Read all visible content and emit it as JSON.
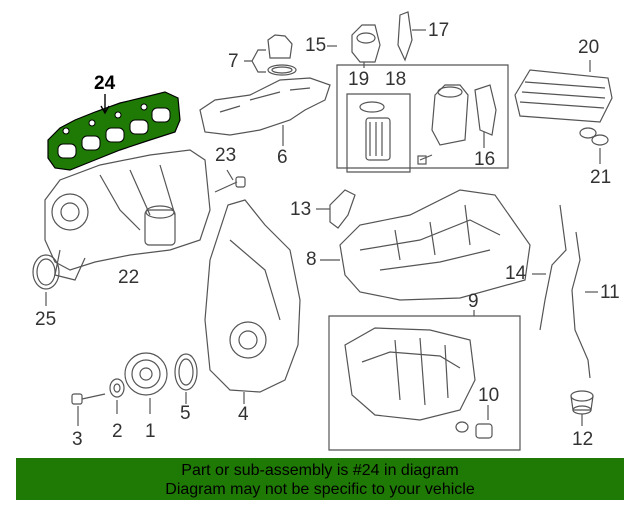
{
  "callouts": {
    "c1": "1",
    "c2": "2",
    "c3": "3",
    "c4": "4",
    "c5": "5",
    "c6": "6",
    "c7": "7",
    "c8": "8",
    "c9": "9",
    "c10": "10",
    "c11": "11",
    "c12": "12",
    "c13": "13",
    "c14": "14",
    "c15": "15",
    "c16": "16",
    "c17": "17",
    "c18": "18",
    "c19": "19",
    "c20": "20",
    "c21": "21",
    "c22": "22",
    "c23": "23",
    "c24": "24",
    "c25": "25"
  },
  "banner": {
    "line1": "Part or sub-assembly is #24 in diagram",
    "line2": "Diagram may not be specific to your vehicle"
  },
  "colors": {
    "highlight": "#1f7a05",
    "line": "#555555"
  }
}
